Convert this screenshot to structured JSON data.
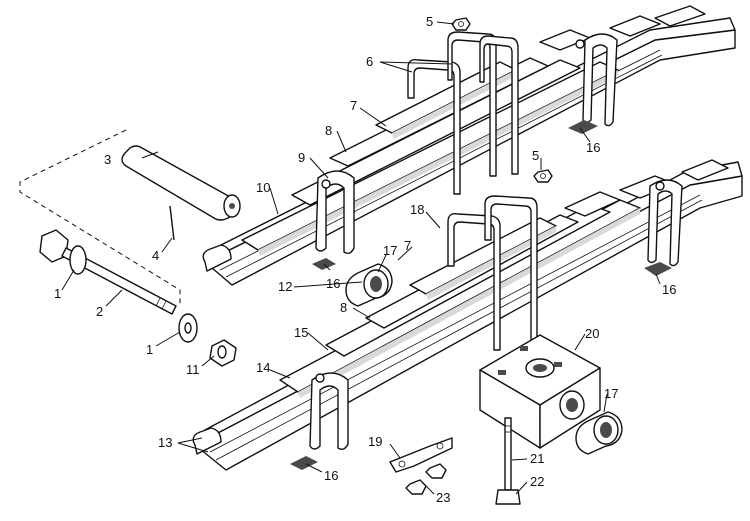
{
  "diagram": {
    "callouts": [
      {
        "id": "c1a",
        "text": "1"
      },
      {
        "id": "c1b",
        "text": "1"
      },
      {
        "id": "c2",
        "text": "2"
      },
      {
        "id": "c3",
        "text": "3"
      },
      {
        "id": "c4",
        "text": "4"
      },
      {
        "id": "c5a",
        "text": "5"
      },
      {
        "id": "c5b",
        "text": "5"
      },
      {
        "id": "c6",
        "text": "6"
      },
      {
        "id": "c7a",
        "text": "7"
      },
      {
        "id": "c7b",
        "text": "7"
      },
      {
        "id": "c8a",
        "text": "8"
      },
      {
        "id": "c8b",
        "text": "8"
      },
      {
        "id": "c9",
        "text": "9"
      },
      {
        "id": "c10",
        "text": "10"
      },
      {
        "id": "c11",
        "text": "11"
      },
      {
        "id": "c12",
        "text": "12"
      },
      {
        "id": "c13",
        "text": "13"
      },
      {
        "id": "c14",
        "text": "14"
      },
      {
        "id": "c15",
        "text": "15"
      },
      {
        "id": "c16a",
        "text": "16"
      },
      {
        "id": "c16b",
        "text": "16"
      },
      {
        "id": "c16c",
        "text": "16"
      },
      {
        "id": "c16d",
        "text": "16"
      },
      {
        "id": "c17a",
        "text": "17"
      },
      {
        "id": "c17b",
        "text": "17"
      },
      {
        "id": "c18",
        "text": "18"
      },
      {
        "id": "c19",
        "text": "19"
      },
      {
        "id": "c20",
        "text": "20"
      },
      {
        "id": "c21",
        "text": "21"
      },
      {
        "id": "c22",
        "text": "22"
      },
      {
        "id": "c23",
        "text": "23"
      }
    ]
  }
}
